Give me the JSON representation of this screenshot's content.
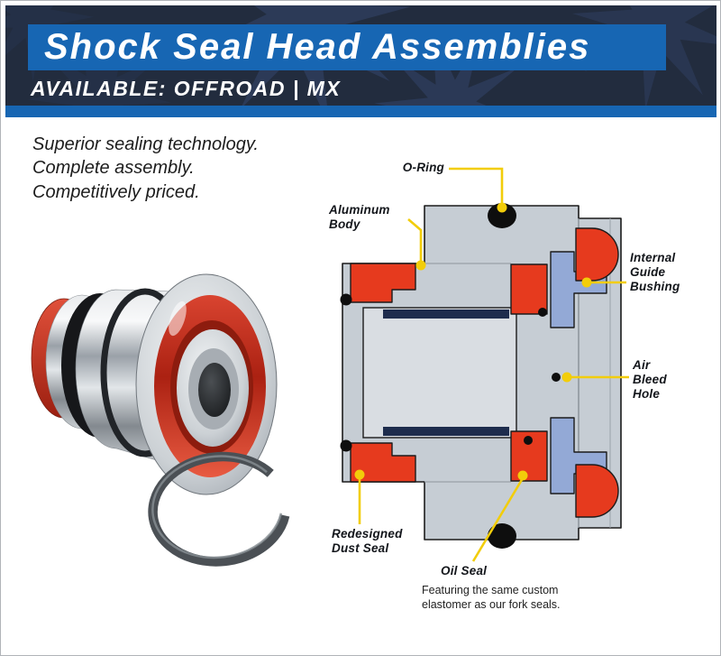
{
  "colors": {
    "accent_blue": "#1766b3",
    "navy": "#222c3e",
    "diagram_gray": "#c6cdd4",
    "seal_red": "#e63a1e",
    "bushing_blue": "#93a9d6",
    "callout_yellow": "#f2cd0a"
  },
  "header": {
    "title": "Shock Seal Head Assemblies",
    "subtitle": "AVAILABLE: OFFROAD | MX"
  },
  "intro": {
    "line1": "Superior sealing technology.",
    "line2": "Complete assembly.",
    "line3": "Competitively priced."
  },
  "diagram": {
    "labels": {
      "o_ring": "O-Ring",
      "aluminum_body": "Aluminum\nBody",
      "internal_guide_bushing": "Internal\nGuide\nBushing",
      "air_bleed_hole": "Air\nBleed\nHole",
      "redesigned_dust_seal": "Redesigned\nDust Seal",
      "oil_seal": "Oil Seal",
      "oil_seal_note": "Featuring the same custom\nelastomer as our fork seals."
    }
  }
}
